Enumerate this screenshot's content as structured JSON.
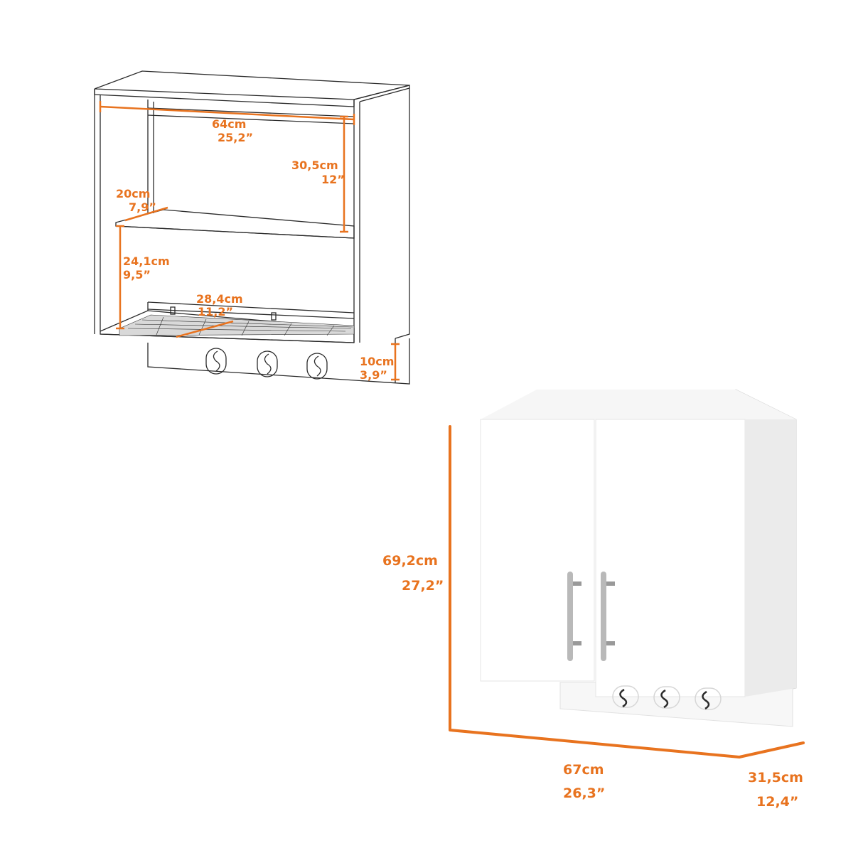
{
  "accent_color": "#e8731f",
  "line_color": "#2b2b2b",
  "interior": {
    "width_cm": "64cm",
    "width_in": "25,2”",
    "upper_h_cm": "30,5cm",
    "upper_h_in": "12”",
    "depth_cm": "20cm",
    "depth_in": "7,9”",
    "lower_h_cm": "24,1cm",
    "lower_h_in": "9,5”",
    "rack_cm": "28,4cm",
    "rack_in": "11,2”",
    "hook_h_cm": "10cm",
    "hook_h_in": "3,9”"
  },
  "exterior": {
    "height_cm": "69,2cm",
    "height_in": "27,2”",
    "width_cm": "67cm",
    "width_in": "26,3”",
    "depth_cm": "31,5cm",
    "depth_in": "12,4”"
  }
}
